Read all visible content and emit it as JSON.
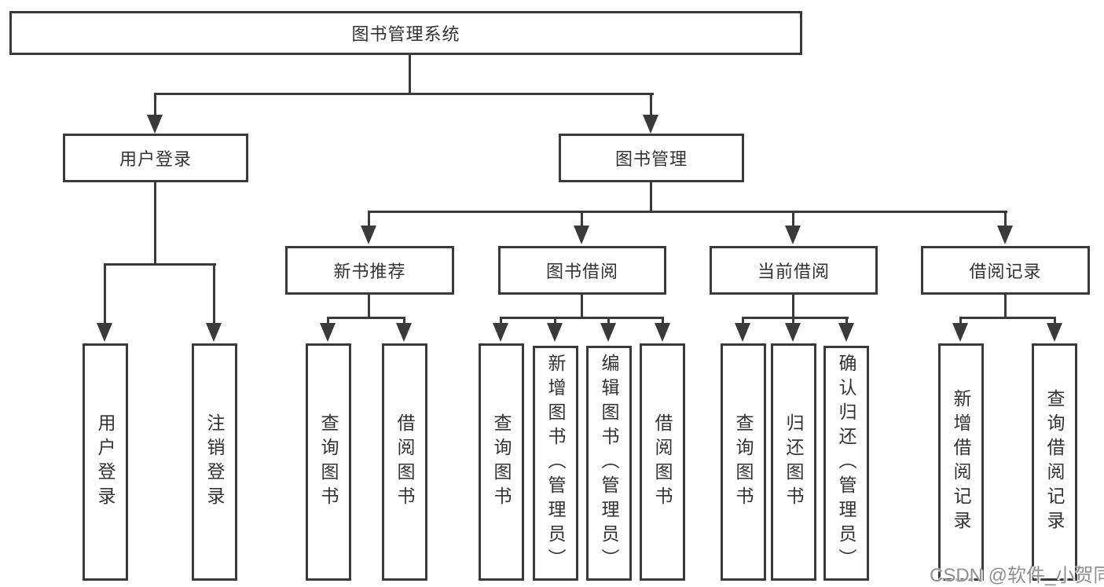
{
  "diagram_title": "图书管理系统",
  "nodes": {
    "root": "图书管理系统",
    "user_login": "用户登录",
    "book_mgmt": "图书管理",
    "new_books": "新书推荐",
    "book_borrow": "图书借阅",
    "current_borrow": "当前借阅",
    "borrow_records": "借阅记录",
    "leaf_user_login": "用户登录",
    "leaf_logout": "注销登录",
    "leaf_nb_query": "查询图书",
    "leaf_nb_borrow": "借阅图书",
    "leaf_bb_query": "查询图书",
    "leaf_bb_add": "新增图书（管理员）",
    "leaf_bb_edit": "编辑图书（管理员）",
    "leaf_bb_borrow": "借阅图书",
    "leaf_cb_query": "查询图书",
    "leaf_cb_return": "归还图书",
    "leaf_cb_confirm": "确认归还（管理员）",
    "leaf_br_add": "新增借阅记录",
    "leaf_br_query": "查询借阅记录"
  },
  "watermark": "CSDN @软件_小贺同学",
  "colors": {
    "background": "#ffffff",
    "line": "#3a3a3a",
    "text": "#333333",
    "watermark": "#8f8f8f"
  }
}
